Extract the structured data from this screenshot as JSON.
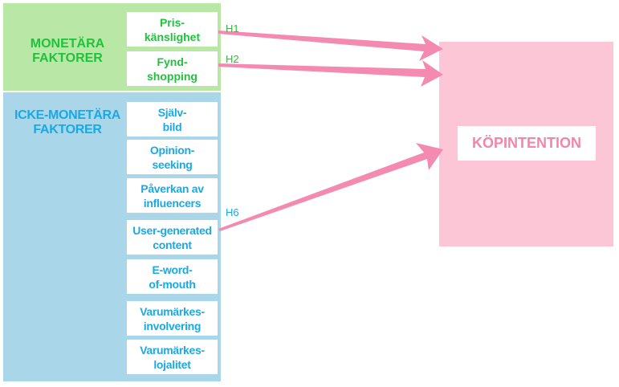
{
  "monetary": {
    "title": "MONETÄRA\nFAKTORER",
    "items": [
      "Pris-\nkänslighet",
      "Fynd-\nshopping"
    ]
  },
  "non_monetary": {
    "title": "ICKE-MONETÄRA\nFAKTORER",
    "items": [
      "Själv-\nbild",
      "Opinion-\nseeking",
      "Påverkan av\ninfluencers",
      "User-generated\ncontent",
      "E-word-\nof-mouth",
      "Varumärkes-\ninvolvering",
      "Varumärkes-\nlojalitet"
    ]
  },
  "target": {
    "label": "KÖPINTENTION"
  },
  "hypotheses": [
    "H1",
    "H2",
    "H6"
  ],
  "colors": {
    "monetary_bg": "#b9e7a5",
    "monetary_text": "#1ec33c",
    "non_monetary_bg": "#a9d6e8",
    "non_monetary_text": "#1aa9e4",
    "target_bg": "#fcc6d6",
    "target_text": "#f386a8",
    "arrow": "#f48ab0"
  }
}
